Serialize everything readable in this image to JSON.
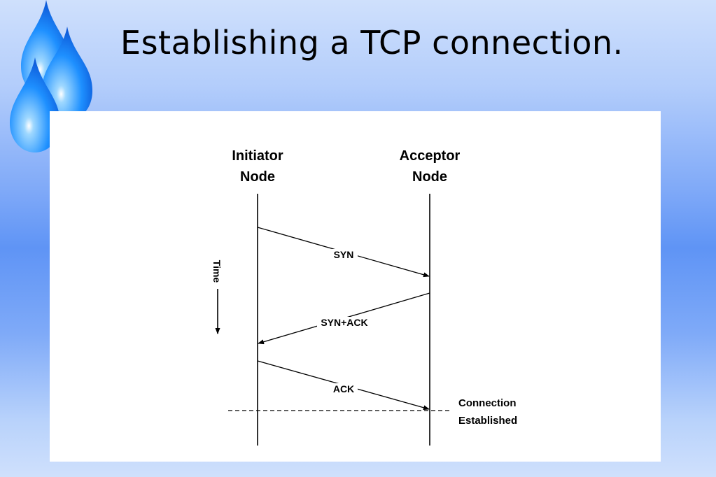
{
  "slide": {
    "title": "Establishing a TCP connection."
  },
  "decoration": {
    "icon": "water-drops-icon",
    "colors": {
      "drop_light": "#9fd8ff",
      "drop_mid": "#1e90ff",
      "drop_dark": "#0a4fd1"
    }
  },
  "diagram": {
    "initiator": {
      "line1": "Initiator",
      "line2": "Node"
    },
    "acceptor": {
      "line1": "Acceptor",
      "line2": "Node"
    },
    "time_label": "Time",
    "messages": [
      {
        "label": "SYN",
        "direction": "initiator-to-acceptor"
      },
      {
        "label": "SYN+ACK",
        "direction": "acceptor-to-initiator"
      },
      {
        "label": "ACK",
        "direction": "initiator-to-acceptor"
      }
    ],
    "established": {
      "line1": "Connection",
      "line2": "Established"
    }
  }
}
